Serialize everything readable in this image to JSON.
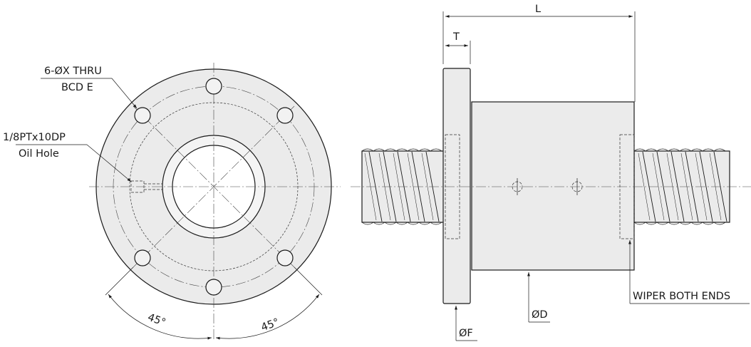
{
  "labels": {
    "holes_spec": "6-ØX THRU",
    "bcd": "BCD E",
    "oil_spec": "1/8PTx10DP",
    "oil_label": "Oil Hole",
    "angle_left": "45°",
    "angle_right": "45°",
    "length": "L",
    "thickness": "T",
    "nut_diameter": "ØD",
    "flange_diameter": "ØF",
    "wiper": "WIPER BOTH ENDS"
  },
  "colors": {
    "ink": "#1a1a1a",
    "part_fill": "#ebebeb"
  }
}
